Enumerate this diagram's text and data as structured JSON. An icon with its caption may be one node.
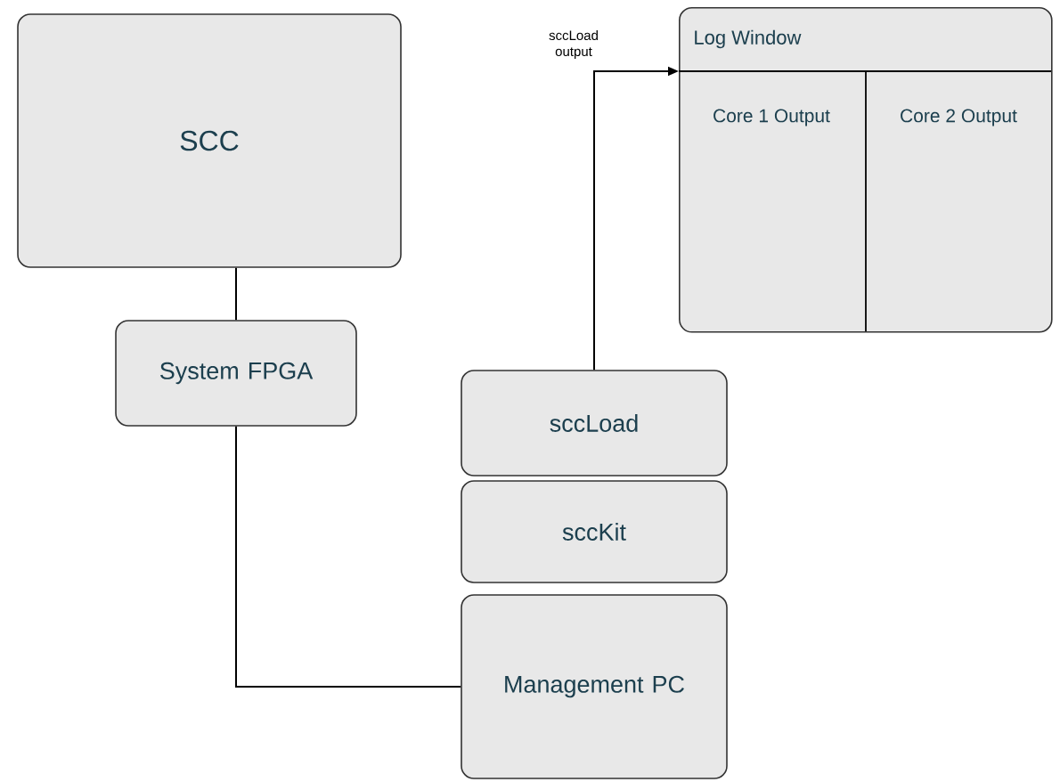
{
  "diagram": {
    "nodes": [
      {
        "text": [
          "SCC"
        ]
      },
      {
        "text": [
          "System FPGA"
        ]
      },
      {
        "text": [
          "sccLoad"
        ]
      },
      {
        "text": [
          "sccKit"
        ]
      },
      {
        "text": [
          "Management PC"
        ]
      },
      {
        "text": [
          "Log Window"
        ]
      },
      {
        "text": [
          "Core 1 Output"
        ],
        "in": 5
      },
      {
        "text": [
          "Core 2 Output"
        ],
        "in": 5
      }
    ],
    "edges": [
      {
        "from": 0,
        "to": 1,
        "arrow": "none"
      },
      {
        "from": 1,
        "to": 4,
        "arrow": "none"
      },
      {
        "from": 2,
        "to": 5,
        "arrow": "to",
        "label": "sccLoad output"
      }
    ]
  }
}
